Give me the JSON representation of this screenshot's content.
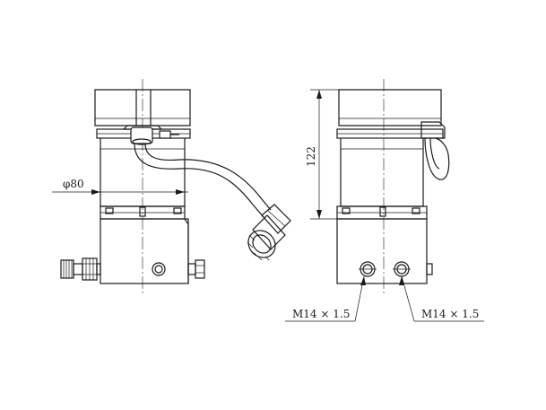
{
  "drawing": {
    "left_view": {
      "diameter_label": "φ80"
    },
    "right_view": {
      "height_label": "122",
      "port_label_left": "M14 × 1.5",
      "port_label_right": "M14 × 1.5"
    }
  }
}
